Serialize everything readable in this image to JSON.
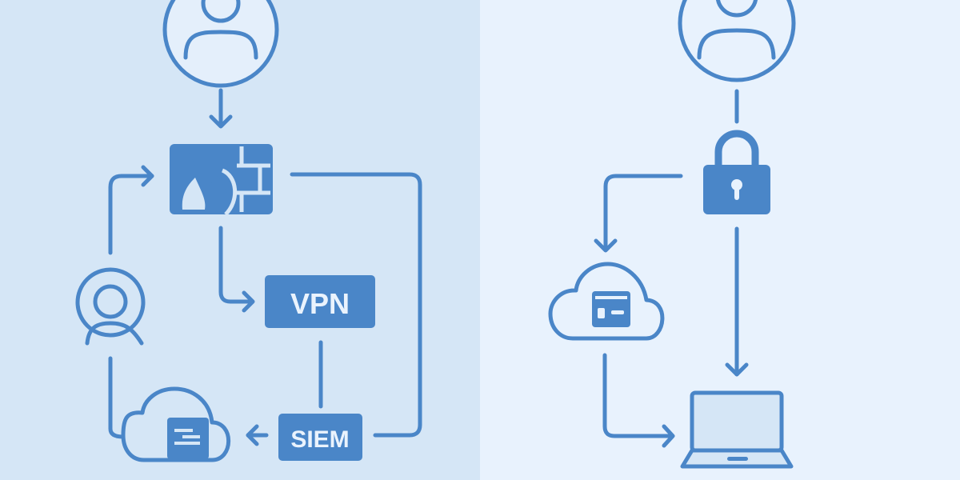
{
  "diagram": {
    "colors": {
      "accent": "#4a86c8",
      "left_background": "#d5e6f6",
      "right_background": "#e8f2fd",
      "label_text": "#eaf3fd"
    },
    "left_panel": {
      "nodes": {
        "user": {
          "icon": "user-circle-icon"
        },
        "firewall": {
          "icon": "firewall-icon"
        },
        "vpn": {
          "label": "VPN"
        },
        "siem": {
          "label": "SIEM"
        },
        "remote_user": {
          "icon": "user-icon"
        },
        "cloud_server": {
          "icon": "cloud-server-icon"
        }
      },
      "edges": [
        {
          "from": "user",
          "to": "firewall",
          "arrow": true
        },
        {
          "from": "firewall",
          "to": "vpn",
          "arrow": true
        },
        {
          "from": "vpn",
          "to": "siem",
          "arrow": false
        },
        {
          "from": "firewall",
          "to": "siem",
          "arrow": false
        },
        {
          "from": "siem",
          "to": "cloud_server",
          "arrow": true
        },
        {
          "from": "cloud_server",
          "to": "remote_user",
          "arrow": false
        },
        {
          "from": "remote_user",
          "to": "firewall",
          "arrow": true
        }
      ]
    },
    "right_panel": {
      "nodes": {
        "user": {
          "icon": "user-circle-icon"
        },
        "lock": {
          "icon": "padlock-icon"
        },
        "cloud_app": {
          "icon": "cloud-app-icon"
        },
        "laptop": {
          "icon": "laptop-icon"
        }
      },
      "edges": [
        {
          "from": "user",
          "to": "lock",
          "arrow": false
        },
        {
          "from": "lock",
          "to": "cloud_app",
          "arrow": true
        },
        {
          "from": "lock",
          "to": "laptop",
          "arrow": true
        },
        {
          "from": "cloud_app",
          "to": "laptop",
          "arrow": true
        }
      ]
    }
  }
}
